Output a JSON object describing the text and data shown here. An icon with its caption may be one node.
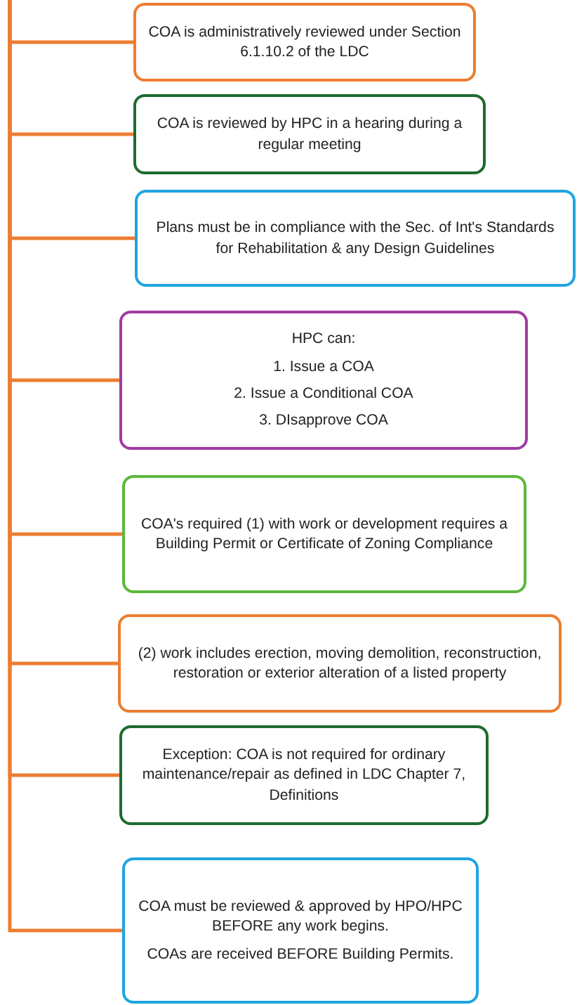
{
  "diagram": {
    "nodes": [
      {
        "text": [
          "COA is administratively reviewed under Section 6.1.10.2 of the LDC"
        ]
      },
      {
        "text": [
          "COA is reviewed by HPC in a hearing during a regular meeting"
        ]
      },
      {
        "text": [
          "Plans must be in compliance with the Sec. of Int's Standards for Rehabilitation & any Design Guidelines"
        ]
      },
      {
        "text": [
          "HPC can:",
          "1. Issue a COA",
          "2. Issue a Conditional COA",
          "3. DIsapprove COA"
        ]
      },
      {
        "text": [
          "COA's required (1) with work or development requires a Building Permit or Certificate of Zoning Compliance"
        ]
      },
      {
        "text": [
          "(2) work includes erection, moving demolition, reconstruction, restoration or exterior alteration of a listed property"
        ]
      },
      {
        "text": [
          "Exception:  COA is not required for ordinary maintenance/repair as defined in LDC Chapter 7, Definitions"
        ]
      },
      {
        "text": [
          "COA must be reviewed & approved by HPO/HPC BEFORE any work begins.",
          "COAs are received BEFORE Building Permits."
        ]
      }
    ],
    "edges": [
      {
        "from": null,
        "to": 0,
        "arrow": "none"
      },
      {
        "from": null,
        "to": 1,
        "arrow": "none"
      },
      {
        "from": null,
        "to": 2,
        "arrow": "none"
      },
      {
        "from": null,
        "to": 3,
        "arrow": "none"
      },
      {
        "from": null,
        "to": 4,
        "arrow": "none"
      },
      {
        "from": null,
        "to": 5,
        "arrow": "none"
      },
      {
        "from": null,
        "to": 6,
        "arrow": "none"
      },
      {
        "from": null,
        "to": 7,
        "arrow": "none"
      }
    ]
  }
}
